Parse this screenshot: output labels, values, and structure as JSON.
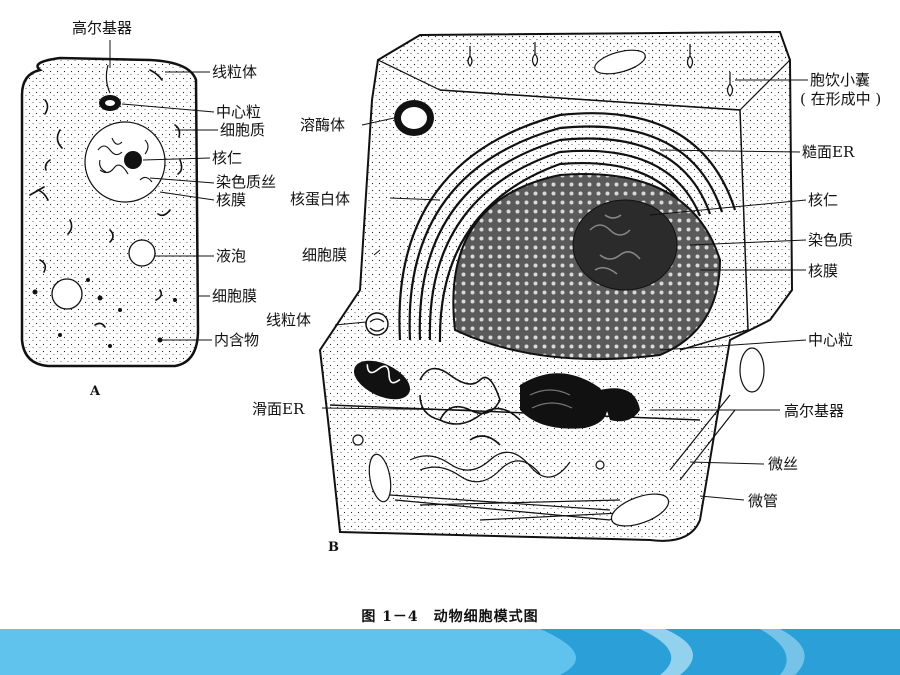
{
  "panel_a": {
    "tag": "A",
    "labels": {
      "golgi": "高尔基器",
      "mitochondria": "线粒体",
      "centriole": "中心粒",
      "cytoplasm": "细胞质",
      "nucleolus": "核仁",
      "chromatin": "染色质丝",
      "nuclear_membrane": "核膜",
      "vacuole": "液泡",
      "cell_membrane": "细胞膜",
      "inclusion": "内含物"
    }
  },
  "panel_b": {
    "tag": "B",
    "labels": {
      "pinocytotic_vesicle": "胞饮小囊",
      "pinocytotic_vesicle_note": "( 在形成中 )",
      "lysosome": "溶酶体",
      "rough_er": "糙面ER",
      "ribosome": "核蛋白体",
      "nucleolus": "核仁",
      "cell_membrane": "细胞膜",
      "chromatin": "染色质",
      "nuclear_membrane": "核膜",
      "mitochondria": "线粒体",
      "centriole": "中心粒",
      "smooth_er": "滑面ER",
      "golgi": "高尔基器",
      "microfilament": "微丝",
      "microtubule": "微管"
    }
  },
  "caption": "图 1－4　动物细胞模式图",
  "colors": {
    "ink": "#111111",
    "band_light": "#5fc3ee",
    "band_dark": "#2a9fd8"
  }
}
